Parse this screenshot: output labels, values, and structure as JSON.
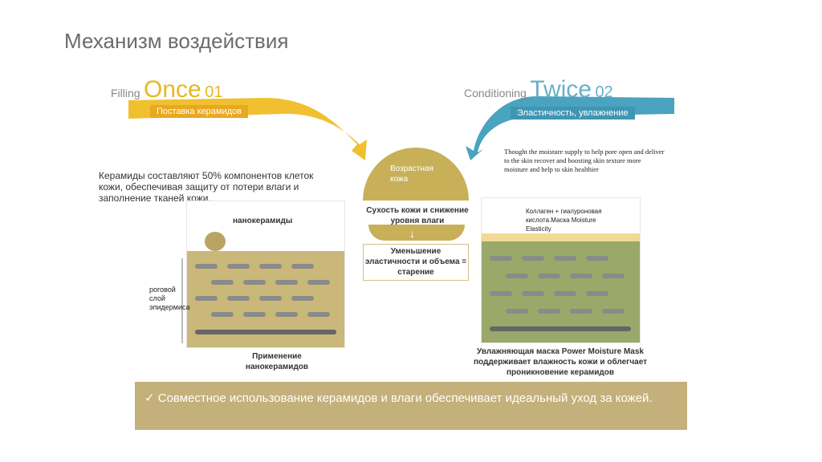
{
  "title": "Механизм воздействия",
  "step1": {
    "word": "Filling",
    "big": "Once",
    "num": "01",
    "band": "Поставка керамидов"
  },
  "step2": {
    "word": "Conditioning",
    "big": "Twice",
    "num": "02",
    "band": "Эластичность, увлажнение"
  },
  "left_text": "Керамиды составляют 50% компонентов клеток кожи, обеспечивая защиту от потери влаги и заполнение тканей кожи.",
  "nano_label": "нанокерамиды",
  "layer_label": "роговой слой эпидермиса",
  "left_caption": "Применение нанокерамидов",
  "center": {
    "circle_label": "Возрастная кожа",
    "dryness": "Сухость кожи и снижение уровня влаги",
    "arrow": "↓",
    "decrease": "Уменьшение эластичности и объема = старение"
  },
  "right_note": "Thought the moisture supply to help pore open and deliver to the skin recover and boosting skin texture more moisture and help to skin healthier",
  "right_label": "Коллаген + гиалуроновая кислота.Маска Moisture Elasticity",
  "right_caption": "Увлажняющая маска Power Moisture Mask поддерживает влажность кожи и облегчает проникновение керамидов",
  "bottom": {
    "check": "✓",
    "text": "Совместное использование керамидов и влаги обеспечивает идеальный уход за кожей."
  },
  "colors": {
    "gold": "#f0c030",
    "teal": "#4aa3bf",
    "olive": "#c8b058",
    "bar": "#c4b07a"
  }
}
